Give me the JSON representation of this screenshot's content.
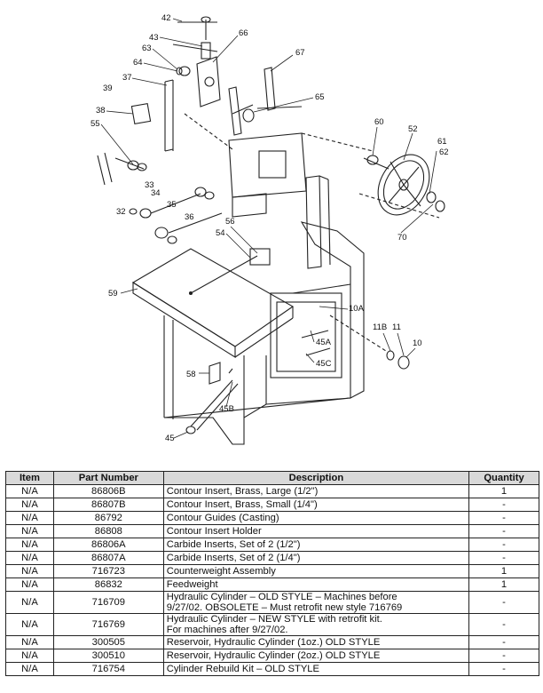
{
  "diagram": {
    "callouts": [
      "42",
      "43",
      "66",
      "63",
      "64",
      "67",
      "37",
      "39",
      "65",
      "38",
      "55",
      "60",
      "52",
      "61",
      "62",
      "33",
      "34",
      "35",
      "32",
      "36",
      "56",
      "54",
      "70",
      "59",
      "10A",
      "11B",
      "11",
      "45A",
      "10",
      "45C",
      "58",
      "45B",
      "45"
    ]
  },
  "table": {
    "headers": [
      "Item",
      "Part Number",
      "Description",
      "Quantity"
    ],
    "rows": [
      {
        "item": "N/A",
        "part": "86806B",
        "desc": "Contour Insert, Brass, Large (1/2\")",
        "qty": "1"
      },
      {
        "item": "N/A",
        "part": "86807B",
        "desc": "Contour Insert, Brass, Small (1/4\")",
        "qty": "-"
      },
      {
        "item": "N/A",
        "part": "86792",
        "desc": "Contour Guides (Casting)",
        "qty": "-"
      },
      {
        "item": "N/A",
        "part": "86808",
        "desc": "Contour Insert Holder",
        "qty": "-"
      },
      {
        "item": "N/A",
        "part": "86806A",
        "desc": "Carbide Inserts, Set of 2 (1/2\")",
        "qty": "-"
      },
      {
        "item": "N/A",
        "part": "86807A",
        "desc": "Carbide Inserts, Set of 2 (1/4\")",
        "qty": "-"
      },
      {
        "item": "N/A",
        "part": "716723",
        "desc": "Counterweight Assembly",
        "qty": "1"
      },
      {
        "item": "N/A",
        "part": "86832",
        "desc": "Feedweight",
        "qty": "1"
      },
      {
        "item": "N/A",
        "part": "716709",
        "desc": "Hydraulic Cylinder – OLD STYLE – Machines before\n9/27/02. OBSOLETE – Must retrofit new style 716769",
        "qty": "-"
      },
      {
        "item": "N/A",
        "part": "716769",
        "desc": "Hydraulic Cylinder – NEW STYLE with retrofit kit.\nFor machines after 9/27/02.",
        "qty": "-"
      },
      {
        "item": "N/A",
        "part": "300505",
        "desc": "Reservoir, Hydraulic Cylinder (1oz.) OLD STYLE",
        "qty": "-"
      },
      {
        "item": "N/A",
        "part": "300510",
        "desc": "Reservoir, Hydraulic Cylinder (2oz.) OLD STYLE",
        "qty": "-"
      },
      {
        "item": "N/A",
        "part": "716754",
        "desc": "Cylinder Rebuild Kit – OLD STYLE",
        "qty": "-"
      }
    ]
  }
}
